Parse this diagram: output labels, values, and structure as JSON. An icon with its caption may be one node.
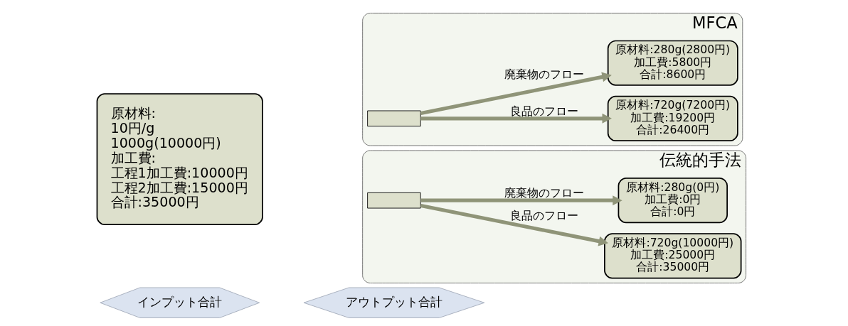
{
  "diagram": {
    "nodes": [
      {
        "text": [
          "インプット合計"
        ]
      },
      {
        "text": [
          "アウトプット合計"
        ]
      },
      {
        "text": [
          "原材料:",
          "10円/g",
          "1000g(10000円)",
          "加工費:",
          "工程1加工費:10000円",
          "工程2加工費:15000円",
          "合計:35000円"
        ]
      },
      {
        "text": [
          "MFCA"
        ]
      },
      {
        "text": [],
        "shape": "bar",
        "in": 3
      },
      {
        "text": [
          "原材料:720g(7200円)",
          "加工費:19200円",
          "合計:26400円"
        ],
        "in": 3
      },
      {
        "text": [
          "原材料:280g(2800円)",
          "加工費:5800円",
          "合計:8600円"
        ],
        "in": 3
      },
      {
        "text": [
          "伝統的手法"
        ]
      },
      {
        "text": [],
        "shape": "bar",
        "in": 7
      },
      {
        "text": [
          "原材料:720g(10000円)",
          "加工費:25000円",
          "合計:35000円"
        ],
        "in": 7
      },
      {
        "text": [
          "原材料:280g(0円)",
          "加工費:0円",
          "合計:0円"
        ],
        "in": 7
      }
    ],
    "edges": [
      {
        "from": 4,
        "to": 5,
        "arrow": "to",
        "label": "良品のフロー"
      },
      {
        "from": 4,
        "to": 6,
        "arrow": "to",
        "label": "廃棄物のフロー"
      },
      {
        "from": 8,
        "to": 9,
        "arrow": "to",
        "label": "良品のフロー"
      },
      {
        "from": 8,
        "to": 10,
        "arrow": "to",
        "label": "廃棄物のフロー"
      }
    ]
  }
}
